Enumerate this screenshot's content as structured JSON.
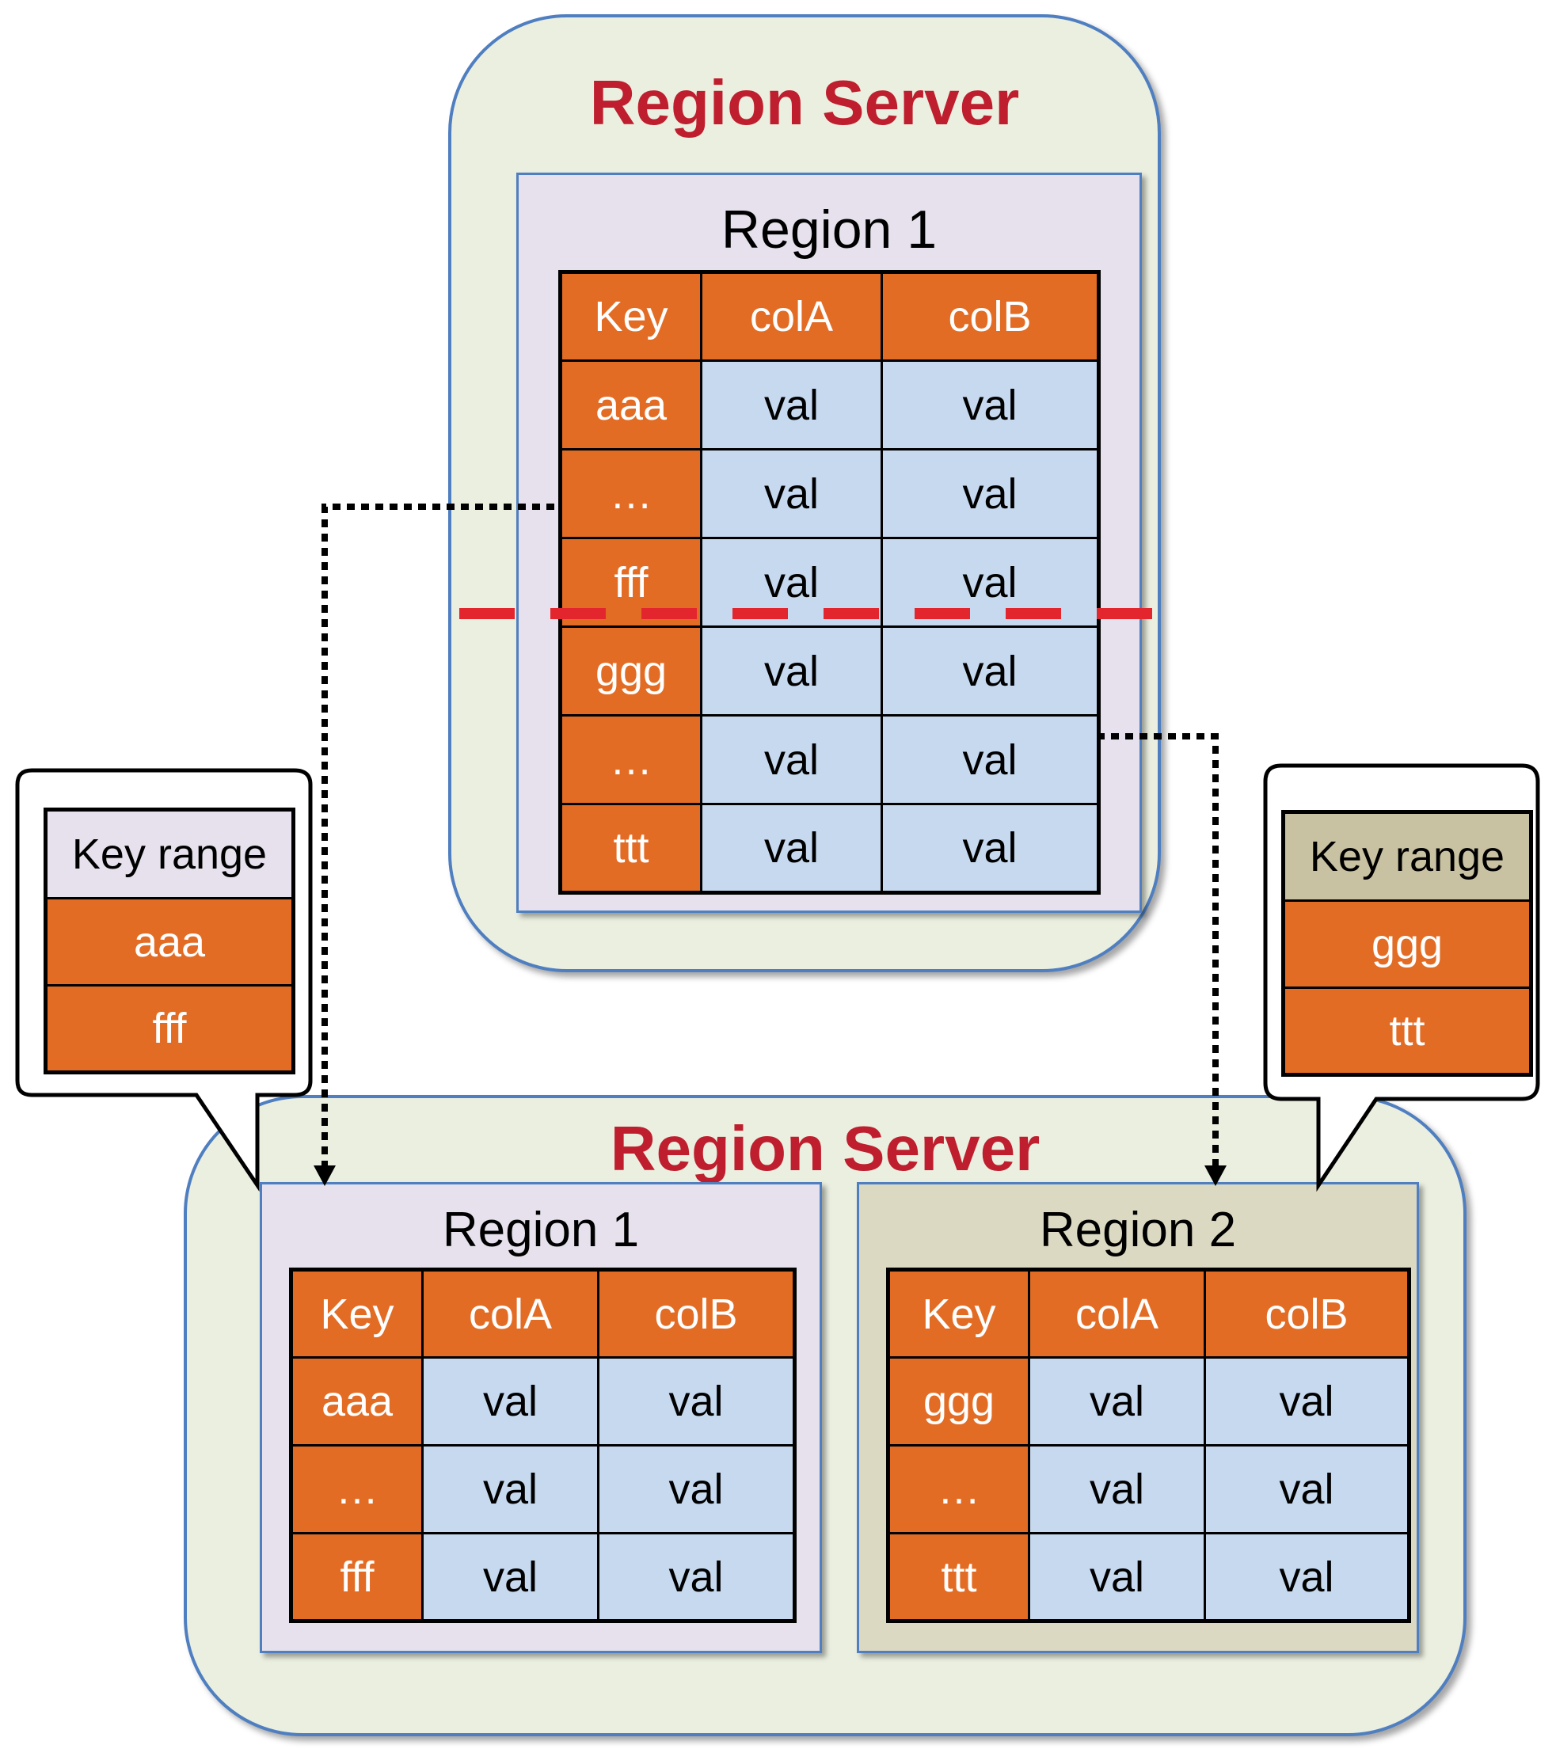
{
  "top_server": {
    "title": "Region Server",
    "region": {
      "title": "Region 1",
      "headers": [
        "Key",
        "colA",
        "colB"
      ],
      "rows": [
        [
          "aaa",
          "val",
          "val"
        ],
        [
          "…",
          "val",
          "val"
        ],
        [
          "fff",
          "val",
          "val"
        ],
        [
          "ggg",
          "val",
          "val"
        ],
        [
          "…",
          "val",
          "val"
        ],
        [
          "ttt",
          "val",
          "val"
        ]
      ]
    }
  },
  "bottom_server": {
    "title": "Region Server",
    "region1": {
      "title": "Region 1",
      "headers": [
        "Key",
        "colA",
        "colB"
      ],
      "rows": [
        [
          "aaa",
          "val",
          "val"
        ],
        [
          "…",
          "val",
          "val"
        ],
        [
          "fff",
          "val",
          "val"
        ]
      ]
    },
    "region2": {
      "title": "Region 2",
      "headers": [
        "Key",
        "colA",
        "colB"
      ],
      "rows": [
        [
          "ggg",
          "val",
          "val"
        ],
        [
          "…",
          "val",
          "val"
        ],
        [
          "ttt",
          "val",
          "val"
        ]
      ]
    }
  },
  "callout_left": {
    "header": "Key range",
    "values": [
      "aaa",
      "fff"
    ]
  },
  "callout_right": {
    "header": "Key range",
    "values": [
      "ggg",
      "ttt"
    ]
  },
  "colors": {
    "server_fill": "#ebefe0",
    "server_border": "#4f7fc0",
    "title_red": "#be1e2d",
    "key_orange": "#e36c25",
    "value_blue": "#c6d9ef",
    "region1_fill": "#e6e1ec",
    "region2_fill": "#dcd9c3",
    "split_line_red": "#e3262e"
  }
}
